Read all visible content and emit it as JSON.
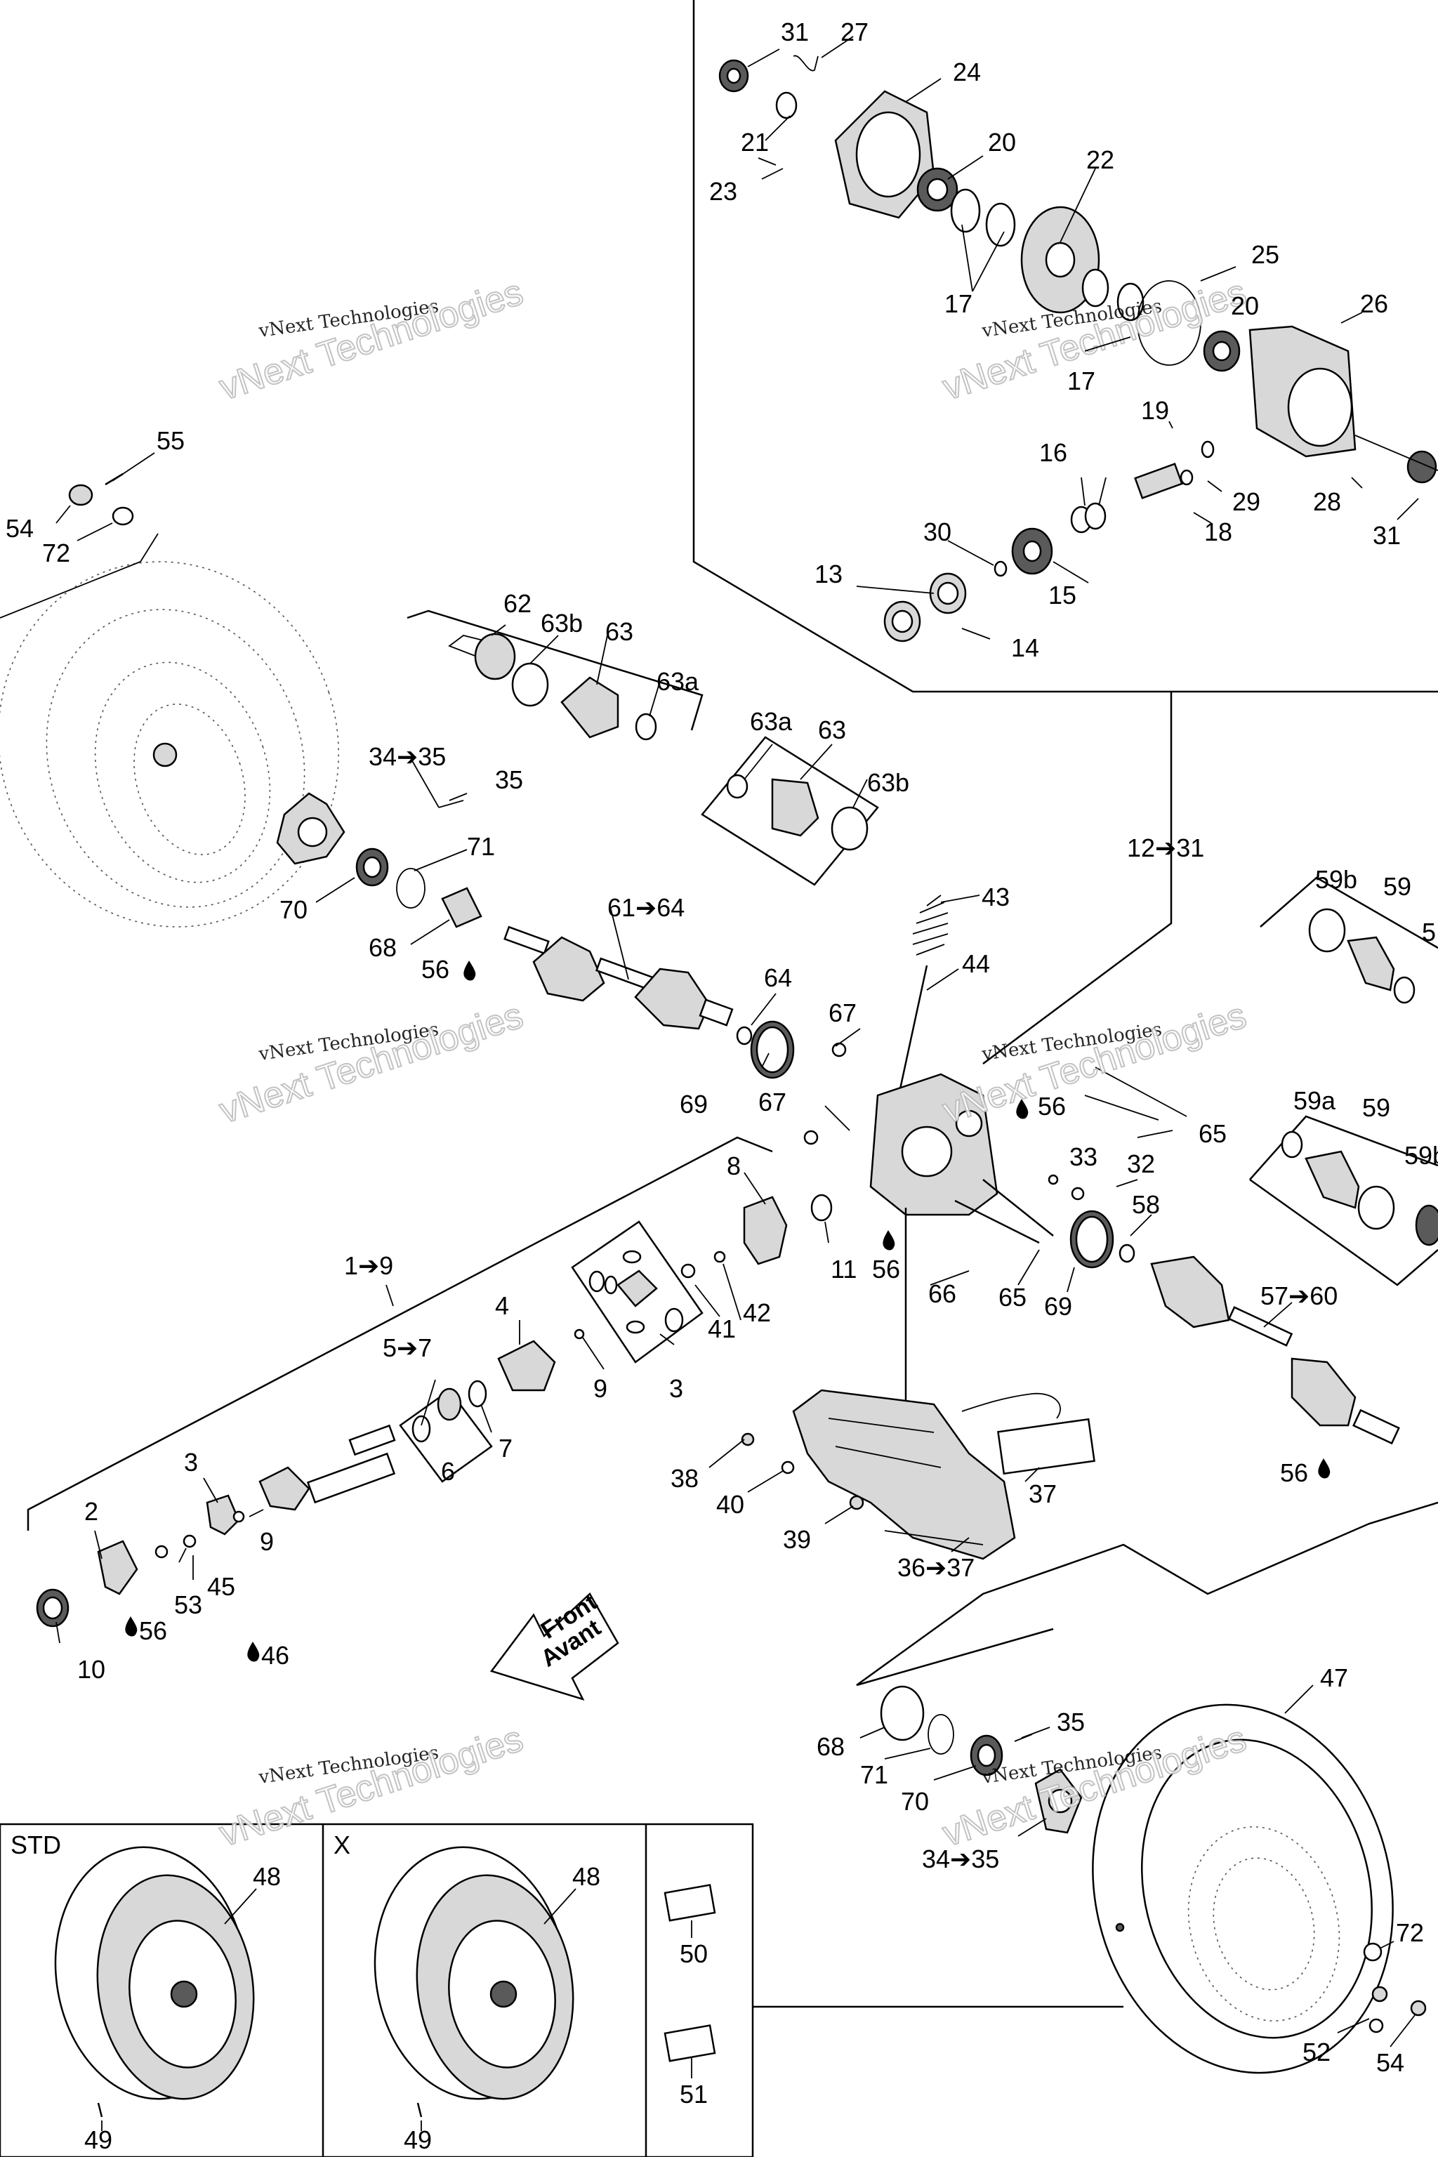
{
  "watermark": {
    "line1": "vNext Technologies",
    "line2": "vNext\nTechnologies"
  },
  "front_arrow": {
    "line1": "Front",
    "line2": "Avant"
  },
  "legend_panels": {
    "std": "STD",
    "x": "X"
  },
  "callouts": {
    "c31a": "31",
    "c27": "27",
    "c24": "24",
    "c21": "21",
    "c20a": "20",
    "c23": "23",
    "c22": "22",
    "c17a": "17",
    "c25": "25",
    "c20b": "20",
    "c26": "26",
    "c17b": "17",
    "c19": "19",
    "c16": "16",
    "c29": "29",
    "c28": "28",
    "c18": "18",
    "c31b": "31",
    "c30": "30",
    "c13": "13",
    "c15": "15",
    "c14": "14",
    "c55": "55",
    "c54a": "54",
    "c72a": "72",
    "c62": "62",
    "c63b_a": "63b",
    "c63_a": "63",
    "c63a_a": "63a",
    "c63a_b": "63a",
    "c63_b": "63",
    "c63b_b": "63b",
    "c34_35a": "34➔35",
    "c35a": "35",
    "c71a": "71",
    "c70a": "70",
    "c68a": "68",
    "c56a": "56",
    "c12_31": "12➔31",
    "c61_64": "61➔64",
    "c43": "43",
    "c44": "44",
    "c64": "64",
    "c67a": "67",
    "c67b": "67",
    "c69a": "69",
    "c56b": "56",
    "c65a": "65",
    "c59b": "59b",
    "c59a": "59",
    "c5x": "5",
    "c59a2": "59a",
    "c59b2": "59",
    "c59c": "59b",
    "c33": "33",
    "c32": "32",
    "c58": "58",
    "c8": "8",
    "c1_9": "1➔9",
    "c11": "11",
    "c56c": "56",
    "c66": "66",
    "c65b": "65",
    "c69b": "69",
    "c57_60": "57➔60",
    "c4": "4",
    "c42": "42",
    "c41": "41",
    "c9a": "9",
    "c3a": "3",
    "c5_7": "5➔7",
    "c7": "7",
    "c6": "6",
    "c3b": "3",
    "c9b": "9",
    "c2": "2",
    "c53": "53",
    "c45": "45",
    "c56d": "56",
    "c46": "46",
    "c10": "10",
    "c38": "38",
    "c40": "40",
    "c39": "39",
    "c37": "37",
    "c36_37": "36➔37",
    "c56e": "56",
    "c47": "47",
    "c35b": "35",
    "c68b": "68",
    "c71b": "71",
    "c70b": "70",
    "c34_35b": "34➔35",
    "c48a": "48",
    "c49a": "49",
    "c48b": "48",
    "c49b": "49",
    "c50": "50",
    "c51": "51",
    "c72b": "72",
    "c52": "52",
    "c54b": "54"
  }
}
